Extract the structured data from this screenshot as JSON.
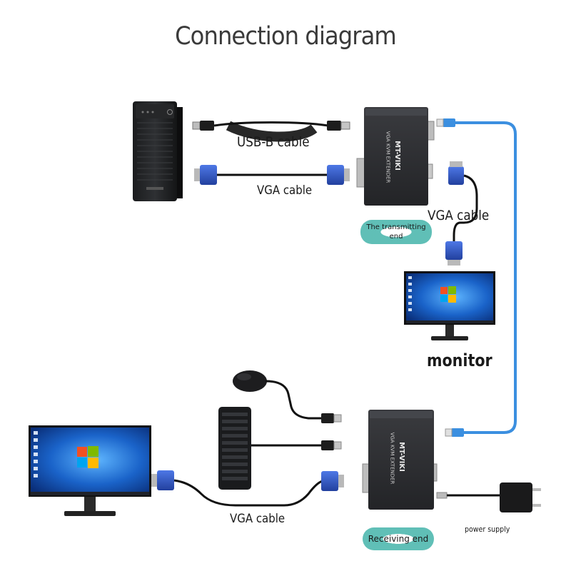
{
  "title": "Connection diagram",
  "labels": {
    "usb_b_cable": "USB-B cable",
    "vga_cable_top": "VGA cable",
    "vga_cable_right": "VGA cable",
    "monitor": "monitor",
    "vga_cable_bottom": "VGA cable",
    "power_supply": "power supply"
  },
  "tags": {
    "transmitting_line1": "The transmitting",
    "transmitting_line2": "end",
    "receiving": "Receiving end"
  },
  "device": {
    "brand": "MT-VIKI",
    "transmitter_label": "VGA KVM EXTENDER",
    "receiver_label": "VGA KVM EXTENDER"
  },
  "colors": {
    "device_body": "#2c2d30",
    "vga_blue": "#2f57c8",
    "network_cable": "#3b8fe0",
    "tag_teal": "#44b4aa",
    "screen_blue": "#1a63c9"
  }
}
